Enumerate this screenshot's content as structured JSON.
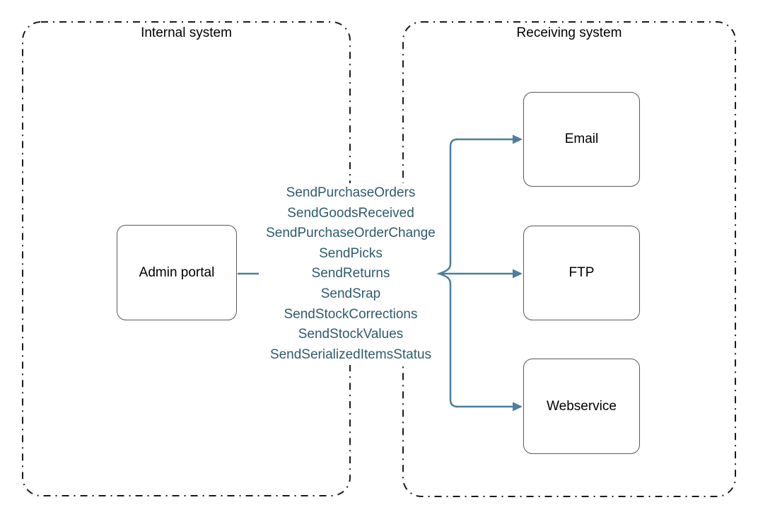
{
  "containers": {
    "internal": {
      "label": "Internal system"
    },
    "receiving": {
      "label": "Receiving system"
    }
  },
  "nodes": {
    "admin_portal": {
      "label": "Admin portal"
    },
    "email": {
      "label": "Email"
    },
    "ftp": {
      "label": "FTP"
    },
    "webservice": {
      "label": "Webservice"
    }
  },
  "messages": [
    "SendPurchaseOrders",
    "SendGoodsReceived",
    "SendPurchaseOrderChange",
    "SendPicks",
    "SendReturns",
    "SendSrap",
    "SendStockCorrections",
    "SendStockValues",
    "SendSerializedItemsStatus"
  ],
  "colors": {
    "message_text": "#2E5B6E",
    "connector": "#4A7F9E",
    "box_border": "#595959",
    "container_border": "#1A1A1A"
  }
}
